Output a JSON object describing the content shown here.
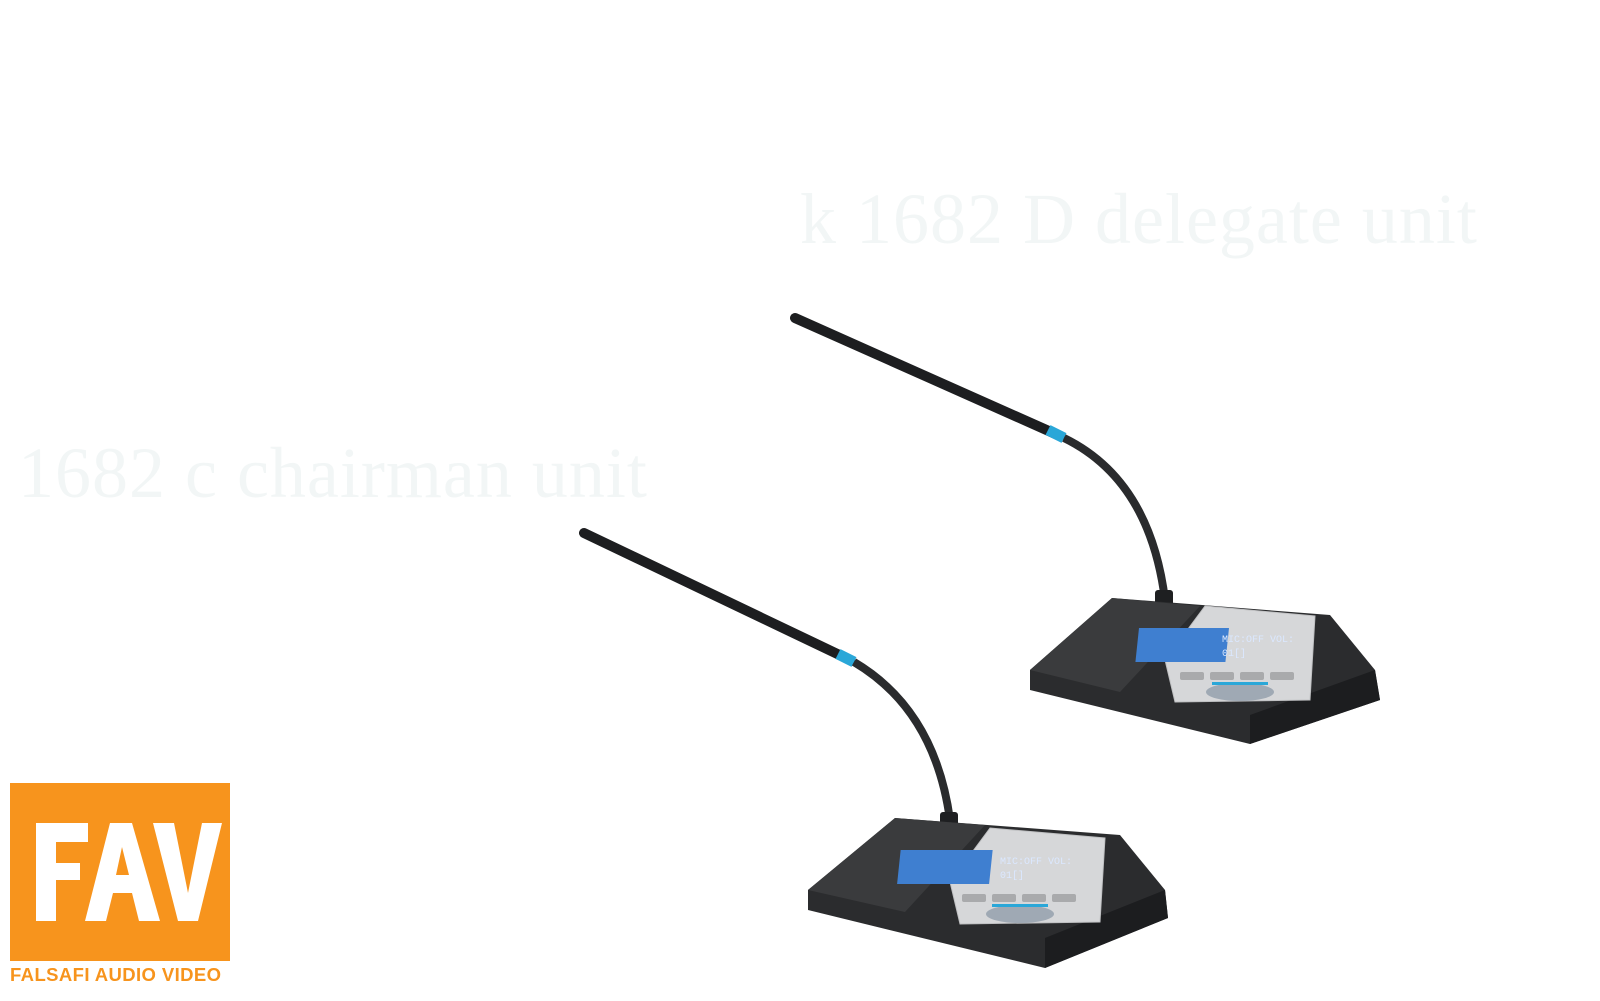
{
  "labels": {
    "delegate": "k 1682 D  delegate unit",
    "chairman": "1682 c chairman unit"
  },
  "units": [
    {
      "name": "delegate-unit",
      "screen_line1": "MIC:OFF VOL:",
      "screen_line2": "01[]"
    },
    {
      "name": "chairman-unit",
      "screen_line1": "MIC:OFF VOL:",
      "screen_line2": "01[]"
    }
  ],
  "logo": {
    "letters": "FAV",
    "caption": "FALSAFI AUDIO VIDEO",
    "color": "#f7941d"
  },
  "colors": {
    "accent_ring": "#2aa7d8",
    "screen": "#3f7fd0",
    "body": "#2f3032",
    "panel": "#d8d9db"
  }
}
